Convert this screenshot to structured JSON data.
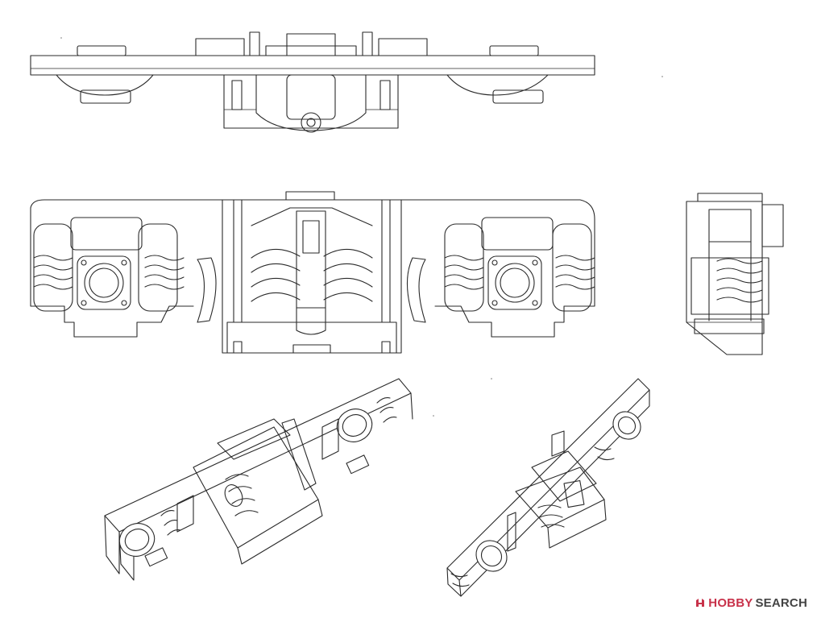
{
  "watermark": {
    "brand_primary": "HOBBY",
    "brand_secondary": "SEARCH",
    "primary_color": "#c8324a",
    "secondary_color": "#444444"
  },
  "views": [
    {
      "name": "top-view"
    },
    {
      "name": "side-view"
    },
    {
      "name": "end-view"
    },
    {
      "name": "isometric-view-left"
    },
    {
      "name": "isometric-view-right"
    }
  ]
}
